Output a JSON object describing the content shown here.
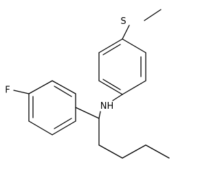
{
  "molecule": {
    "atoms": {
      "sulfur": "S",
      "nitrogen_hydrogen": "NH",
      "fluorine": "F"
    },
    "colors": {
      "bond": "#000000",
      "label": "#000000",
      "background": "#ffffff"
    }
  }
}
